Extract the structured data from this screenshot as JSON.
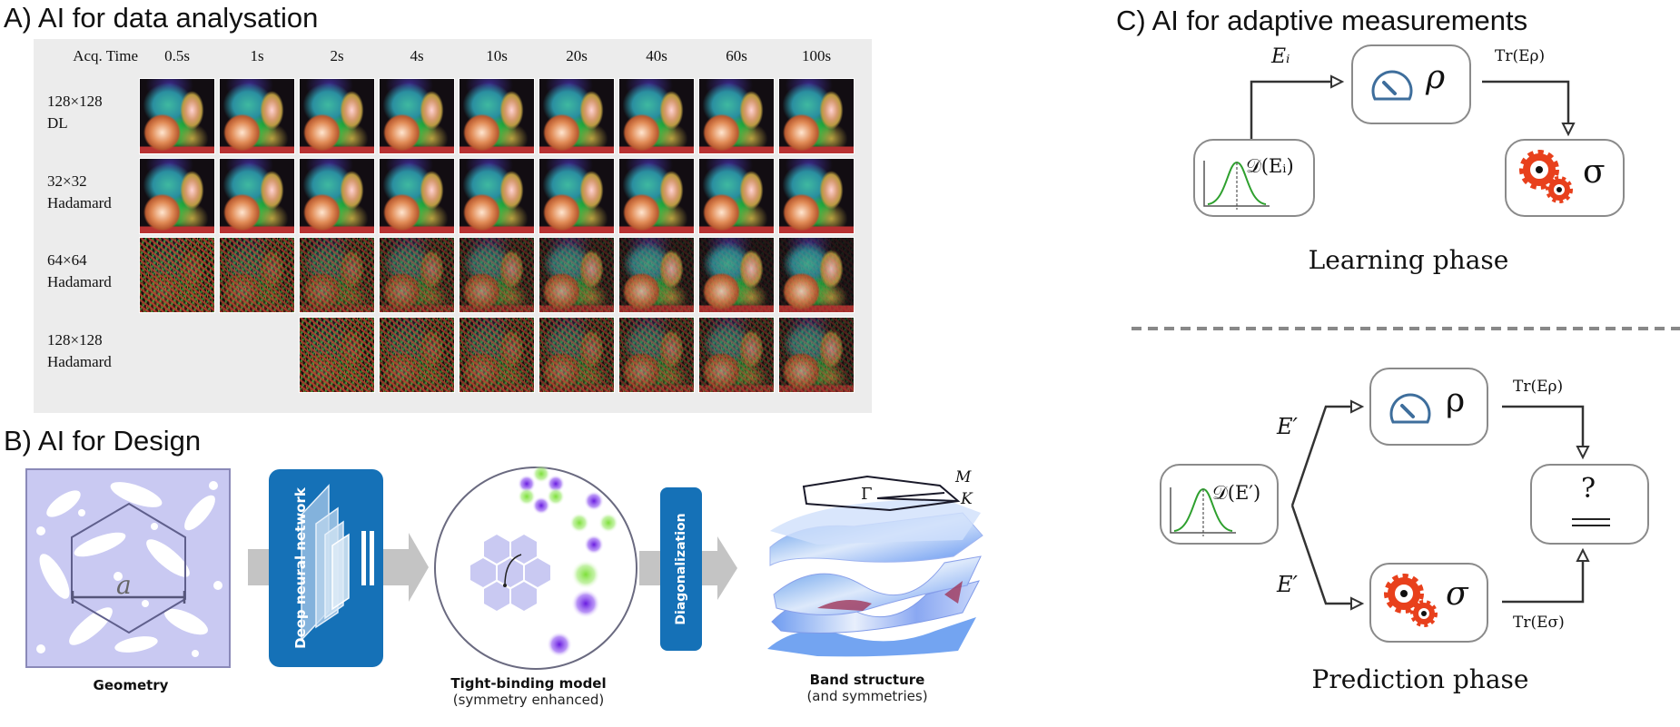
{
  "panel_a": {
    "title": "A) AI for data analysation",
    "acq_label": "Acq. Time",
    "columns": [
      "0.5s",
      "1s",
      "2s",
      "4s",
      "10s",
      "20s",
      "40s",
      "60s",
      "100s"
    ],
    "rows": [
      {
        "line1": "128×128",
        "line2": "DL",
        "images": [
          true,
          true,
          true,
          true,
          true,
          true,
          true,
          true,
          true
        ]
      },
      {
        "line1": "32×32",
        "line2": "Hadamard",
        "images": [
          true,
          true,
          true,
          true,
          true,
          true,
          true,
          true,
          true
        ]
      },
      {
        "line1": "64×64",
        "line2": "Hadamard",
        "images": [
          true,
          true,
          true,
          true,
          true,
          true,
          true,
          true,
          true
        ]
      },
      {
        "line1": "128×128",
        "line2": "Hadamard",
        "images": [
          false,
          false,
          true,
          true,
          true,
          true,
          true,
          true,
          true
        ]
      }
    ]
  },
  "panel_b": {
    "title": "B) AI for Design",
    "geometry_label": "Geometry",
    "lattice_constant": "a",
    "dnn_label": "Deep neural network",
    "tb_label": "Tight-binding model",
    "tb_sub": "(symmetry enhanced)",
    "diag_label": "Diagonalization",
    "band_label": "Band structure",
    "band_sub": "(and symmetries)",
    "k_points": {
      "gamma": "Γ",
      "m": "M",
      "k": "K"
    },
    "colors": {
      "dnn_blue": "#1571b7",
      "lattice": "#c9c9f2",
      "arrow_gray": "#c4c4c4"
    }
  },
  "panel_c": {
    "title": "C) AI for adaptive measurements",
    "learning": {
      "input_label": "Eᵢ",
      "dist_label": "𝒟(Eᵢ)",
      "rho": "ρ",
      "sigma": "σ",
      "trace_label": "Tr(Eρ)",
      "phase_label": "Learning phase"
    },
    "prediction": {
      "input_top": "E′",
      "input_bottom": "E′",
      "dist_label": "𝒟(E′)",
      "rho": "ρ",
      "sigma": "σ",
      "trace_rho": "Tr(Eρ)",
      "trace_sigma": "Tr(Eσ)",
      "compare_symbol": "?",
      "phase_label": "Prediction phase"
    },
    "colors": {
      "gear_red": "#e8401c",
      "gauge_blue": "#3e6e9c",
      "curve_green": "#2ea02e",
      "box_border": "#8a8a8a"
    }
  }
}
